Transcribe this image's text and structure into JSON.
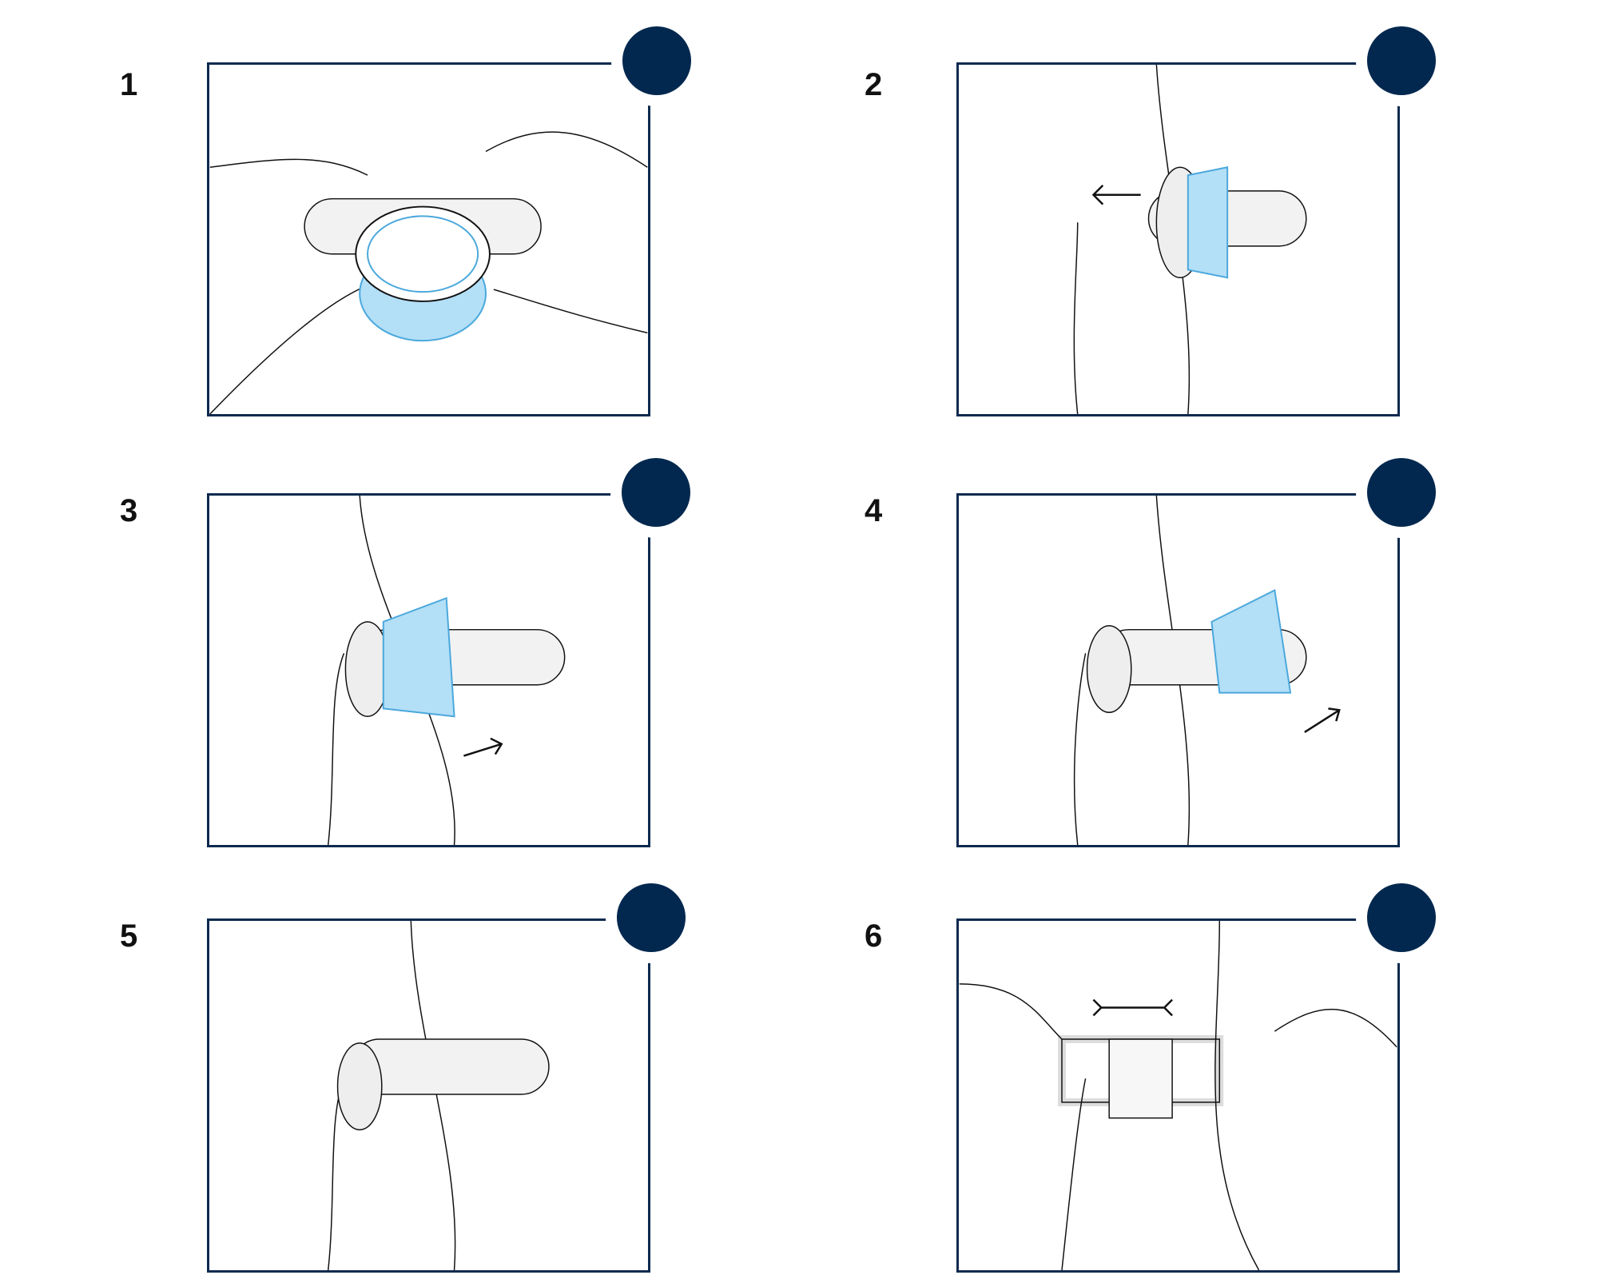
{
  "colors": {
    "frame": "#0d2a4f",
    "badge": "#03284f",
    "ring_fill": "#b3dff7",
    "ring_stroke": "#4aa8dc",
    "line": "#111111",
    "skin": "#eeeeee"
  },
  "steps": [
    {
      "number": "1",
      "arrow": "none"
    },
    {
      "number": "2",
      "arrow": "left"
    },
    {
      "number": "3",
      "arrow": "up-right"
    },
    {
      "number": "4",
      "arrow": "up-right"
    },
    {
      "number": "5",
      "arrow": "none"
    },
    {
      "number": "6",
      "arrow": "left-right"
    }
  ]
}
